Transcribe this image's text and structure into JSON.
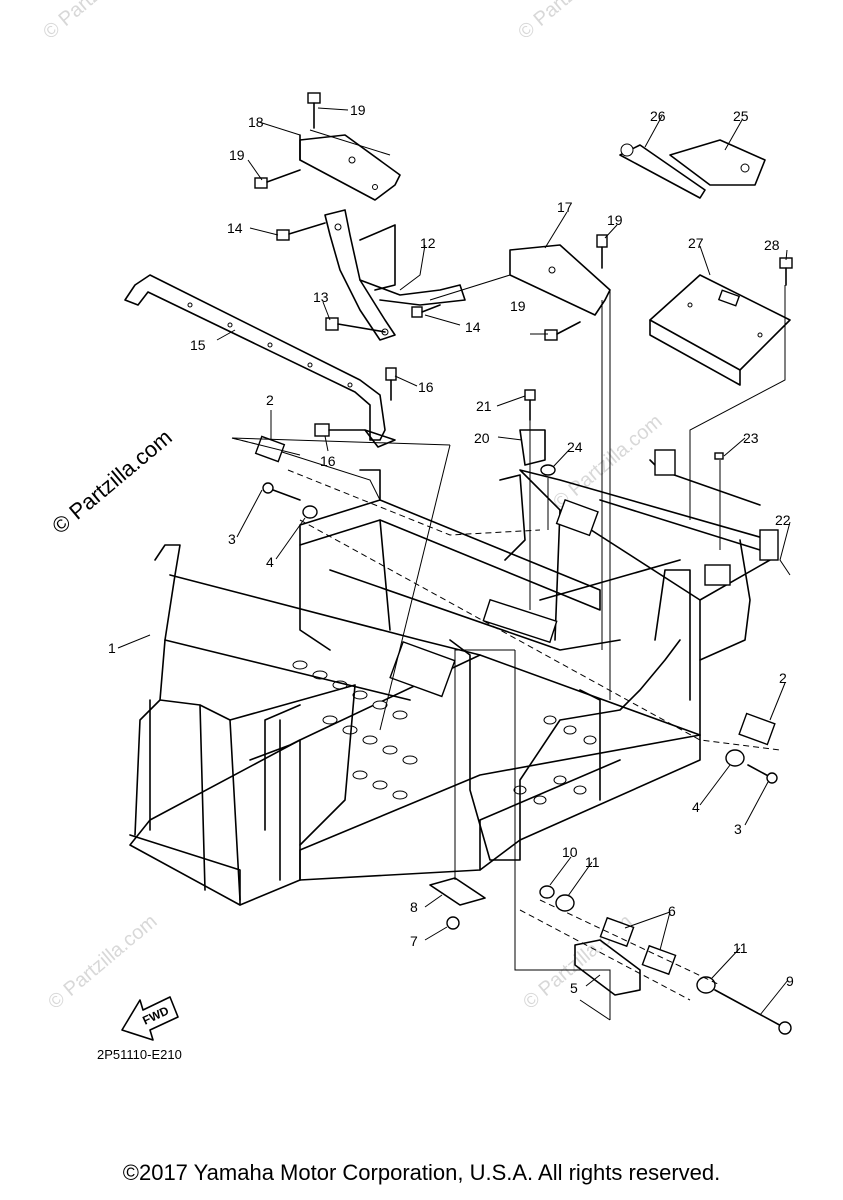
{
  "diagram": {
    "code": "2P51110-E210",
    "copyright": "©2017 Yamaha Motor Corporation, U.S.A. All rights reserved.",
    "watermark": "© Partzilla.com",
    "fwd_label": "FWD",
    "callouts": [
      "1",
      "2",
      "2",
      "3",
      "3",
      "4",
      "4",
      "5",
      "6",
      "7",
      "8",
      "9",
      "10",
      "11",
      "11",
      "12",
      "13",
      "14",
      "14",
      "15",
      "16",
      "16",
      "17",
      "18",
      "19",
      "19",
      "19",
      "19",
      "20",
      "21",
      "22",
      "23",
      "24",
      "25",
      "26",
      "27",
      "28"
    ]
  }
}
